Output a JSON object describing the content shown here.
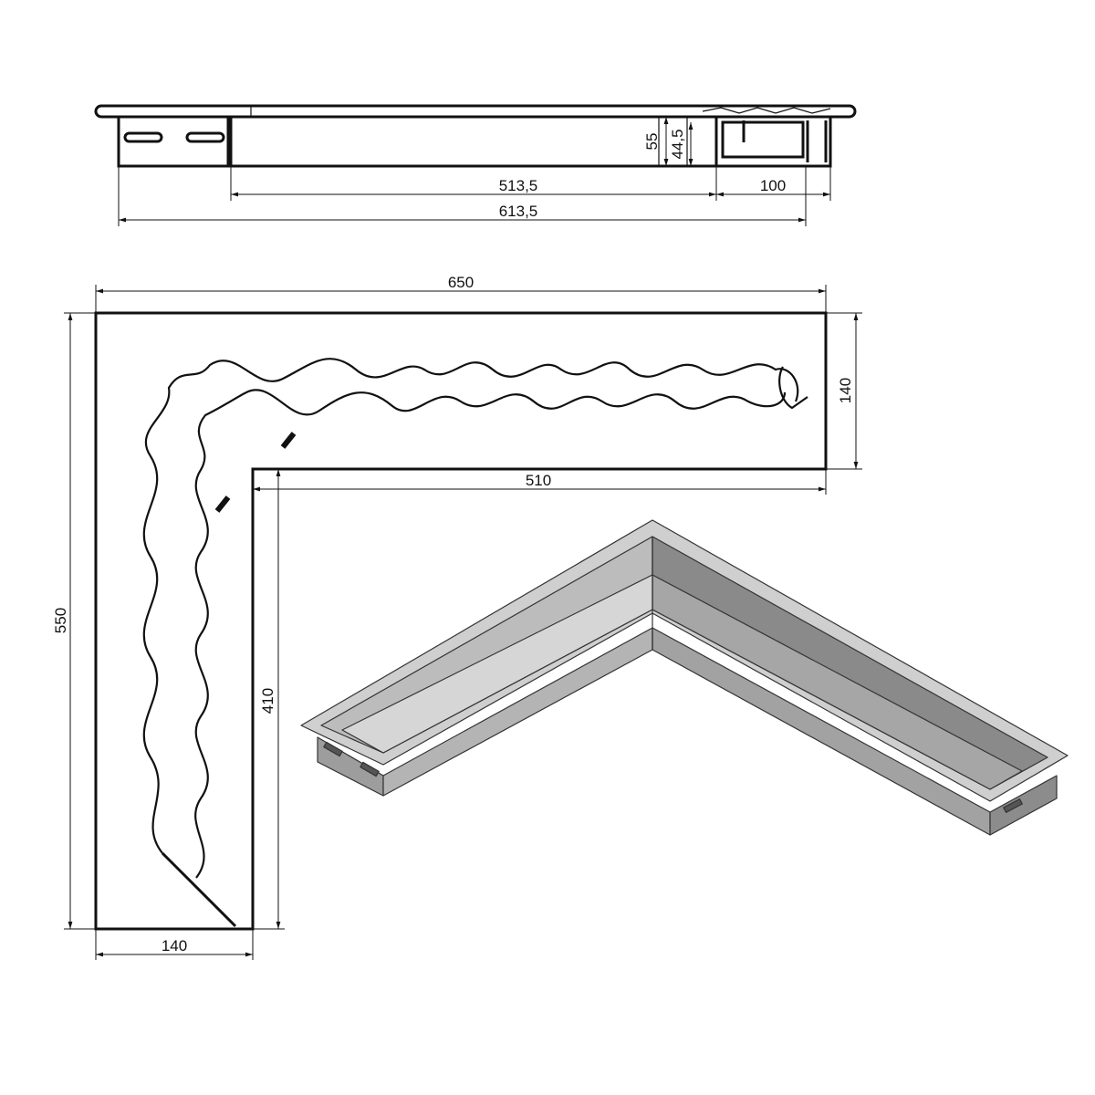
{
  "side_view": {
    "dim_55": "55",
    "dim_44_5": "44,5",
    "dim_513_5": "513,5",
    "dim_100": "100",
    "dim_613_5": "613,5"
  },
  "top_view": {
    "dim_650": "650",
    "dim_140_right": "140",
    "dim_510": "510",
    "dim_550": "550",
    "dim_410": "410",
    "dim_140_bottom": "140"
  },
  "colors": {
    "line": "#111111",
    "steel_light": "#c9c9c9",
    "steel_mid": "#a9a9a9",
    "steel_dark": "#7a7a7a"
  }
}
